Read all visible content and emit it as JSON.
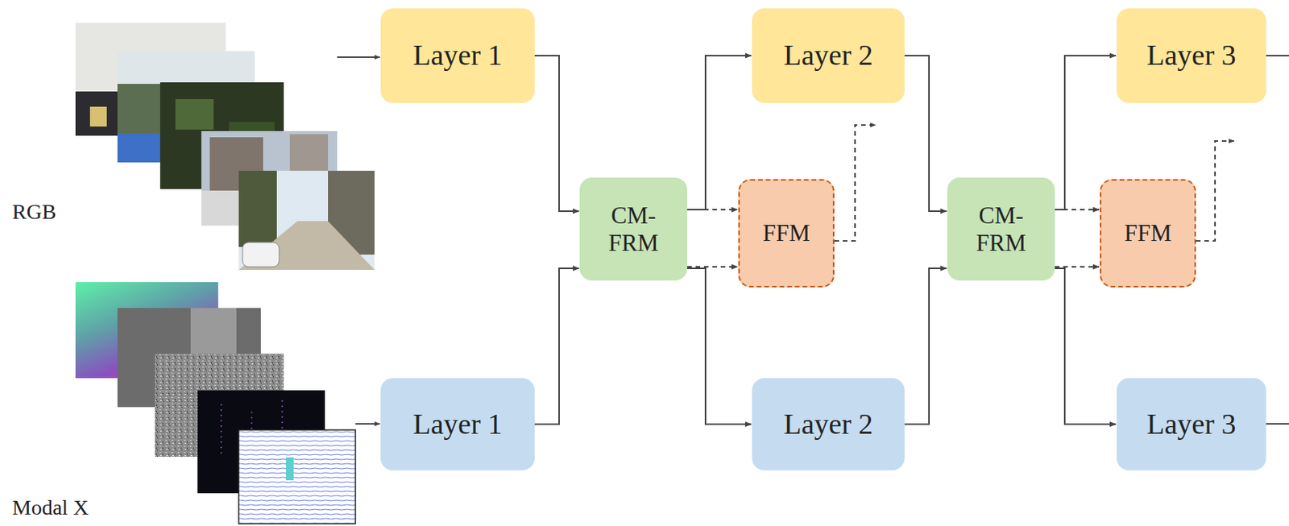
{
  "diagram": {
    "nodes": [
      {
        "text": [
          "Layer 1"
        ]
      },
      {
        "text": [
          "Layer 1"
        ]
      },
      {
        "text": [
          "CM- FRM"
        ]
      },
      {
        "text": [
          "Layer 2"
        ]
      },
      {
        "text": [
          "FFM"
        ]
      },
      {
        "text": [
          "Layer 2"
        ]
      },
      {
        "text": [
          "CM- FRM"
        ]
      },
      {
        "text": [
          "Layer 3"
        ]
      },
      {
        "text": [
          "FFM"
        ]
      },
      {
        "text": [
          "Layer 3"
        ]
      }
    ],
    "edges": [
      {
        "from": 0,
        "to": 2,
        "arrow": "to"
      },
      {
        "from": 1,
        "to": 2,
        "arrow": "to"
      },
      {
        "from": 2,
        "to": 3,
        "arrow": "to"
      },
      {
        "from": 2,
        "to": 4,
        "arrow": "to"
      },
      {
        "from": 2,
        "to": 4,
        "arrow": "to"
      },
      {
        "from": 2,
        "to": 5,
        "arrow": "to"
      },
      {
        "from": 3,
        "to": 6,
        "arrow": "to"
      },
      {
        "from": 5,
        "to": 6,
        "arrow": "to"
      },
      {
        "from": 6,
        "to": 7,
        "arrow": "to"
      },
      {
        "from": 6,
        "to": 8,
        "arrow": "to"
      },
      {
        "from": 6,
        "to": 8,
        "arrow": "to"
      },
      {
        "from": 6,
        "to": 9,
        "arrow": "to"
      }
    ],
    "labels": [
      "RGB",
      "Modal X"
    ]
  }
}
